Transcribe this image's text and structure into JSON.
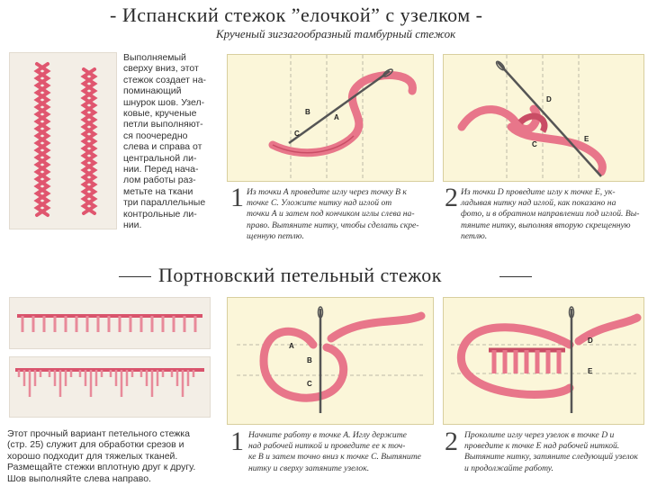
{
  "section1": {
    "title": "- Испанский стежок ”елочкой” с узелком -",
    "subtitle": "Крученый зигзагообразный тамбурный стежок",
    "description_lines": [
      "Выполняемый",
      "сверху вниз, этот",
      "стежок создает на-",
      "поминающий",
      "шнурок шов. Узел-",
      "ковые, крученые",
      "петли выполняют-",
      "ся поочередно",
      "слева и справа от",
      "центральной ли-",
      "нии. Перед нача-",
      "лом работы раз-",
      "метьте на ткани",
      "три параллельные",
      "контрольные ли-",
      "нии."
    ],
    "step1": {
      "number": "1",
      "caption_lines": [
        "Из точки А проведите иглу через точку В к",
        "точке С. Уложите нитку над иглой от",
        "точки А и затем под кончиком иглы слева на-",
        "право. Вытяните нитку, чтобы сделать скре-",
        "щенную петлю."
      ],
      "labels": [
        "B",
        "A",
        "C"
      ]
    },
    "step2": {
      "number": "2",
      "caption_lines": [
        "Из точки D проведите иглу к точке Е, ук-",
        "ладывая нитку над иглой, как показано на",
        "фото, и в обратном направлении под иглой. Вы-",
        "тяните нитку, выполняя вторую скрещенную",
        "петлю."
      ],
      "labels": [
        "D",
        "C",
        "E"
      ]
    }
  },
  "section2": {
    "title": "Портновский петельный стежок",
    "description_lines": [
      "Этот прочный вариант петельного стежка",
      "(стр. 25) служит для обработки срезов и",
      "хорошо подходит для тяжелых тканей.",
      "Размещайте стежки вплотную друг к другу.",
      "Шов выполняйте слева направо."
    ],
    "step1": {
      "number": "1",
      "caption_lines": [
        "Начните работу в точке А. Иглу держите",
        "над рабочей ниткой и проведите ее к точ-",
        "ке В и затем точно вниз к точке С. Вытяните",
        "нитку и сверху затяните узелок."
      ],
      "labels": [
        "A",
        "B",
        "C"
      ]
    },
    "step2": {
      "number": "2",
      "caption_lines": [
        "Проколите иглу через узелок в точке D и",
        "проведите к точке Е над рабочей ниткой.",
        "Вытяните нитку, затяните следующий узелок",
        "и продолжайте работу."
      ],
      "labels": [
        "D",
        "E"
      ]
    }
  },
  "colors": {
    "thread": "#e8768a",
    "thread_dark": "#c94d65",
    "panel_bg": "#fbf6d9",
    "guide": "#bdb9a6"
  }
}
